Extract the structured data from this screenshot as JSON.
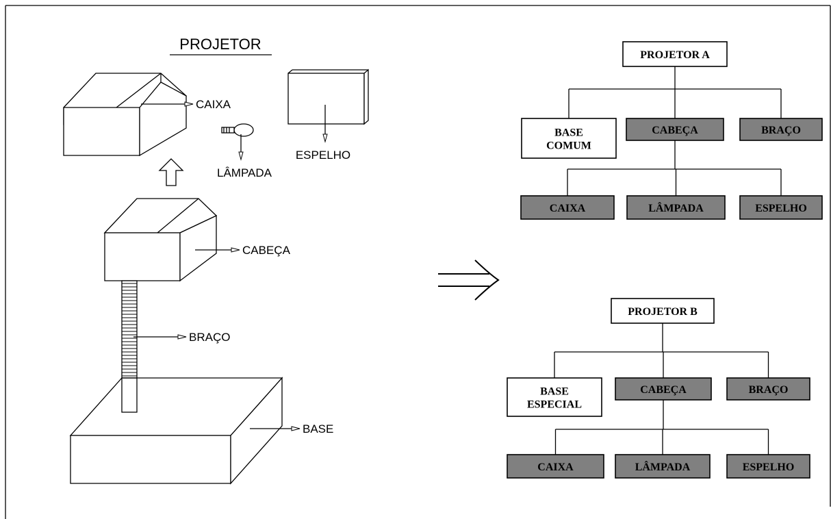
{
  "illustration": {
    "title": "PROJETOR",
    "labels": {
      "caixa": "CAIXA",
      "lampada": "LÂMPADA",
      "espelho": "ESPELHO",
      "cabeca": "CABEÇA",
      "braco": "BRAÇO",
      "base": "BASE"
    }
  },
  "arrow_symbol": "⇒",
  "tree_a": {
    "root": "PROJETOR A",
    "level1": [
      {
        "lines": [
          "BASE",
          "COMUM"
        ],
        "style": "white"
      },
      {
        "lines": [
          "CABEÇA"
        ],
        "style": "grey"
      },
      {
        "lines": [
          "BRAÇO"
        ],
        "style": "grey"
      }
    ],
    "level2": [
      {
        "lines": [
          "CAIXA"
        ],
        "style": "grey"
      },
      {
        "lines": [
          "LÂMPADA"
        ],
        "style": "grey"
      },
      {
        "lines": [
          "ESPELHO"
        ],
        "style": "grey"
      }
    ]
  },
  "tree_b": {
    "root": "PROJETOR B",
    "level1": [
      {
        "lines": [
          "BASE",
          "ESPECIAL"
        ],
        "style": "white"
      },
      {
        "lines": [
          "CABEÇA"
        ],
        "style": "grey"
      },
      {
        "lines": [
          "BRAÇO"
        ],
        "style": "grey"
      }
    ],
    "level2": [
      {
        "lines": [
          "CAIXA"
        ],
        "style": "grey"
      },
      {
        "lines": [
          "LÂMPADA"
        ],
        "style": "grey"
      },
      {
        "lines": [
          "ESPELHO"
        ],
        "style": "grey"
      }
    ]
  },
  "colors": {
    "grey_node": "#808080",
    "white_node": "#ffffff",
    "line": "#000000"
  }
}
